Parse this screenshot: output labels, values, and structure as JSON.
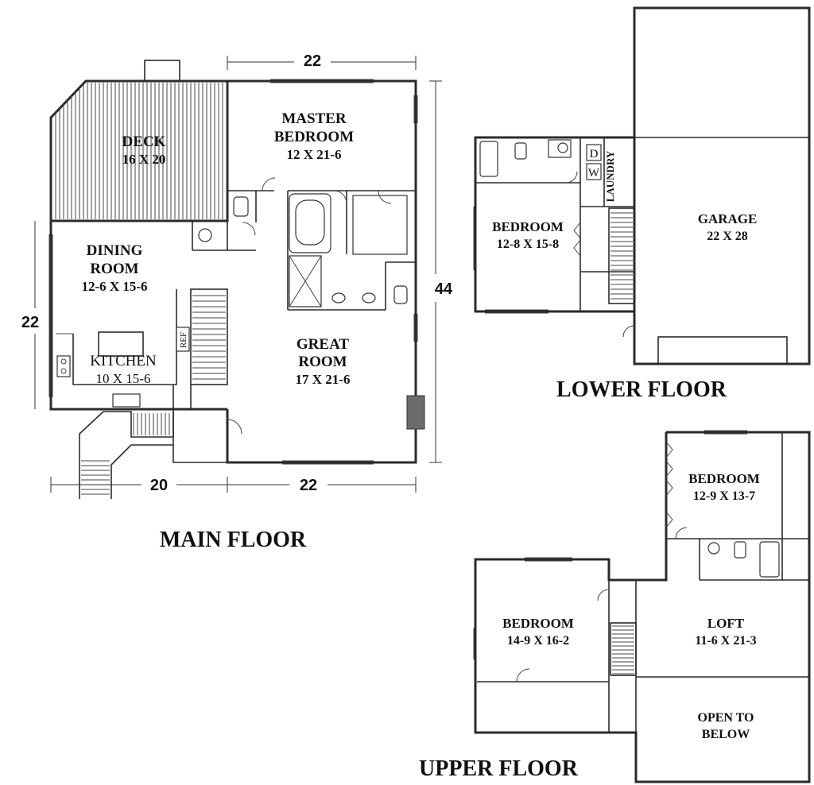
{
  "floor_titles": {
    "main": "MAIN FLOOR",
    "lower": "LOWER FLOOR",
    "upper": "UPPER FLOOR"
  },
  "main_floor": {
    "rooms": {
      "deck": {
        "name": "DECK",
        "size": "16 X 20"
      },
      "master_bedroom": {
        "name_line1": "MASTER",
        "name_line2": "BEDROOM",
        "size": "12 X 21-6"
      },
      "dining_room": {
        "name_line1": "DINING",
        "name_line2": "ROOM",
        "size": "12-6 X 15-6"
      },
      "kitchen": {
        "name": "KITCHEN",
        "size": "10 X 15-6"
      },
      "great_room": {
        "name_line1": "GREAT",
        "name_line2": "ROOM",
        "size": "17 X 21-6"
      },
      "ref": "REF"
    },
    "dimensions": {
      "top": "22",
      "right": "44",
      "left": "22",
      "bottom_left": "20",
      "bottom_right": "22"
    }
  },
  "lower_floor": {
    "rooms": {
      "bedroom": {
        "name": "BEDROOM",
        "size": "12-8 X 15-8"
      },
      "laundry": "LAUNDRY",
      "washer": "W",
      "dryer": "D",
      "garage": {
        "name": "GARAGE",
        "size": "22 X 28"
      }
    }
  },
  "upper_floor": {
    "rooms": {
      "bedroom_right": {
        "name": "BEDROOM",
        "size": "12-9 X 13-7"
      },
      "bedroom_left": {
        "name": "BEDROOM",
        "size": "14-9 X 16-2"
      },
      "loft": {
        "name": "LOFT",
        "size": "11-6 X 21-3"
      },
      "open_to_below": {
        "line1": "OPEN TO",
        "line2": "BELOW"
      }
    }
  }
}
